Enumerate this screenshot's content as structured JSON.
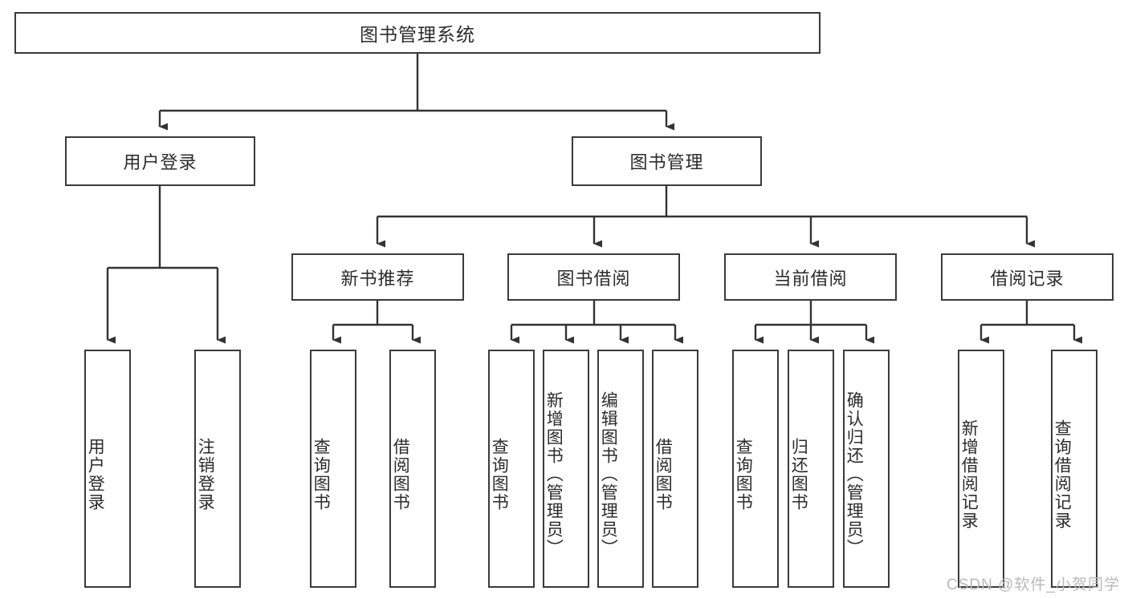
{
  "diagram": {
    "type": "tree-hierarchy",
    "title": "图书管理系统",
    "orientation": "top-down",
    "colors": {
      "box_border": "#3a3a3a",
      "box_fill": "#ffffff",
      "connector": "#333333",
      "text": "#2b2b2b",
      "watermark": "#b9b9b9"
    },
    "root": {
      "label": "图书管理系统"
    },
    "level2": [
      {
        "label": "用户登录"
      },
      {
        "label": "图书管理"
      }
    ],
    "level3": [
      {
        "label": "新书推荐"
      },
      {
        "label": "图书借阅"
      },
      {
        "label": "当前借阅"
      },
      {
        "label": "借阅记录"
      }
    ],
    "leaves": {
      "user_login": [
        {
          "label": "用户登录"
        },
        {
          "label": "注销登录"
        }
      ],
      "new_book_recommend": [
        {
          "label": "查询图书"
        },
        {
          "label": "借阅图书"
        }
      ],
      "book_borrow": [
        {
          "label": "查询图书"
        },
        {
          "label": "新增图书（管理员）"
        },
        {
          "label": "编辑图书（管理员）"
        },
        {
          "label": "借阅图书"
        }
      ],
      "current_borrow": [
        {
          "label": "查询图书"
        },
        {
          "label": "归还图书"
        },
        {
          "label": "确认归还（管理员）"
        }
      ],
      "borrow_record": [
        {
          "label": "新增借阅记录"
        },
        {
          "label": "查询借阅记录"
        }
      ]
    }
  },
  "watermark": {
    "text": "CSDN @软件_小贺同学"
  }
}
